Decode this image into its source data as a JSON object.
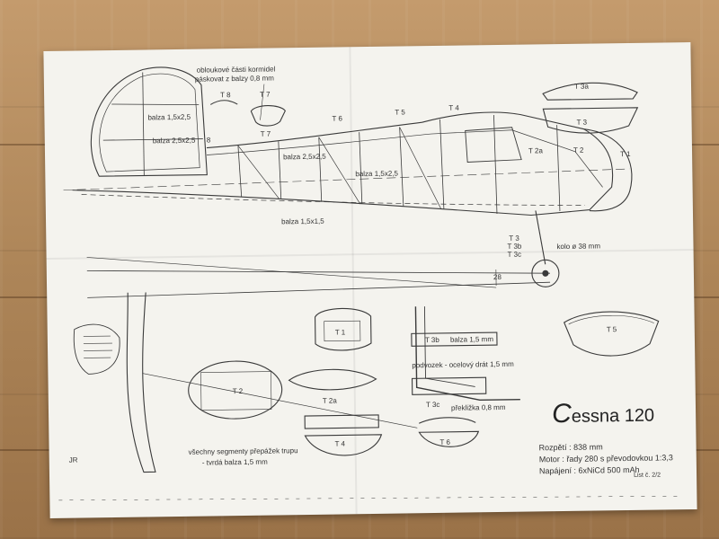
{
  "labels": {
    "kormidel_1": "obloukové části kormidel",
    "kormidel_2": "páskovat z balzy 0,8 mm",
    "balza_15x25": "balza 1,5x2,5",
    "balza_25x25_a": "balza 2,5x2,5",
    "balza_25x25_b": "balza 2,5x2,5",
    "balza_15x25_b": "balza 1,5x2,5",
    "balza_15x15": "balza 1,5x1,5",
    "t8": "T 8",
    "t7a": "T 7",
    "t7b": "T 7",
    "t6": "T 6",
    "t5": "T 5",
    "t4": "T 4",
    "t3a": "T 3a",
    "t3": "T 3",
    "t2a": "T 2a",
    "t2": "T 2",
    "t1": "T 1",
    "t8b": "8",
    "t3_stack": "T 3",
    "t3b_stack": "T 3b",
    "t3c_stack": "T 3c",
    "kolo": "kolo ø 38 mm",
    "dim_28": "28",
    "p_t1": "T 1",
    "p_t5": "T 5",
    "p_t2": "T 2",
    "p_t2a": "T 2a",
    "p_t4": "T 4",
    "p_t6": "T 6",
    "p_t3b": "T 3b",
    "p_t3b_text": "balza 1,5 mm",
    "podvozek": "podvozek - ocelový drát 1,5 mm",
    "p_t3c": "T 3c",
    "p_t3c_text": "překližka 0,8 mm",
    "segmenty_1": "všechny segmenty přepážek trupu",
    "segmenty_2": "- tvrdá balza 1,5 mm",
    "signature": "JR",
    "sheet": "List č. 2/2"
  },
  "title": {
    "initial": "C",
    "rest": "essna 120"
  },
  "specs": [
    "Rozpětí : 838 mm",
    "Motor : řady 280 s převodovkou 1:3,3",
    "Napájení : 6xNiCd 500 mAh"
  ],
  "colors": {
    "paper": "#f4f3ee",
    "ink": "#3a3a3a",
    "floor": "#b08a5e"
  }
}
